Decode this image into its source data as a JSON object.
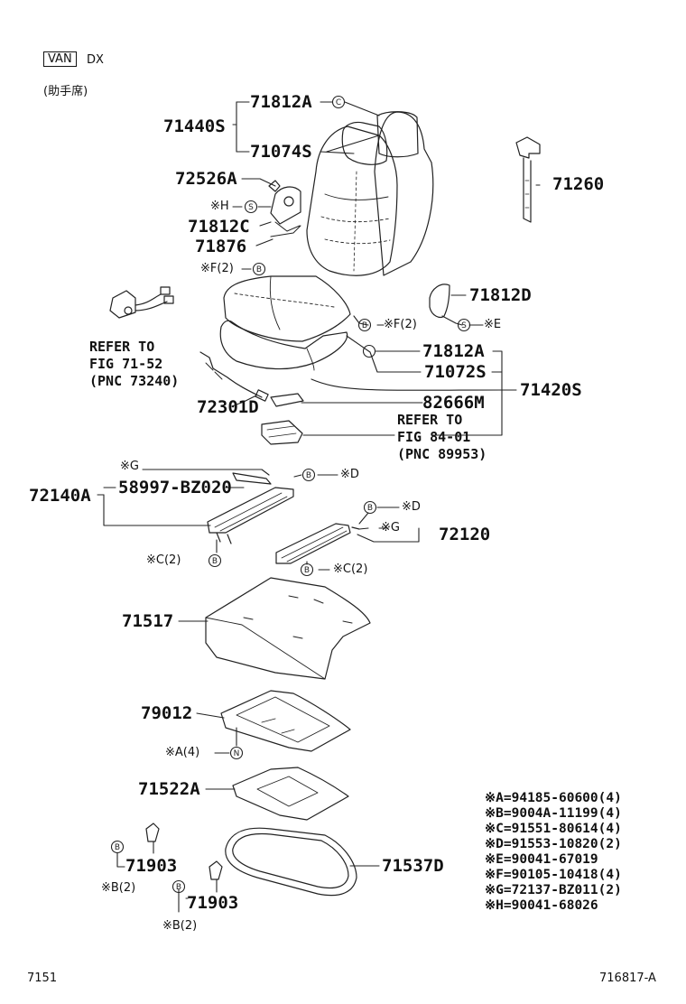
{
  "header": {
    "tag": "VAN",
    "grade": "DX",
    "seat": "(助手席)"
  },
  "parts": {
    "p71812A_top": "71812A",
    "p71440S": "71440S",
    "p71074S": "71074S",
    "p72526A": "72526A",
    "p71812C": "71812C",
    "p71876": "71876",
    "p71260": "71260",
    "p71812D": "71812D",
    "p71812A_mid": "71812A",
    "p71072S": "71072S",
    "p71420S": "71420S",
    "p82666M": "82666M",
    "p72301D": "72301D",
    "p72140A": "72140A",
    "p58997": "58997-BZ020",
    "p72120": "72120",
    "p71517": "71517",
    "p79012": "79012",
    "p71522A": "71522A",
    "p71537D": "71537D",
    "p71903a": "71903",
    "p71903b": "71903"
  },
  "refs": {
    "ref1": [
      "REFER TO",
      "FIG 71-52",
      "(PNC 73240)"
    ],
    "ref2": [
      "REFER TO",
      "FIG 84-01",
      "(PNC 89953)"
    ]
  },
  "small": {
    "s_H": "※H",
    "s_F2_top": "※F(2)",
    "s_F2_right": "※F(2)",
    "s_E": "※E",
    "s_G_left": "※G",
    "s_D_left": "※D",
    "s_D_right": "※D",
    "s_G_right": "※G",
    "s_C2_left": "※C(2)",
    "s_C2_right": "※C(2)",
    "s_A4": "※A(4)",
    "s_B2_a": "※B(2)",
    "s_B2_b": "※B(2)"
  },
  "legend": [
    "※A=94185-60600(4)",
    "※B=9004A-11199(4)",
    "※C=91551-80614(4)",
    "※D=91553-10820(2)",
    "※E=90041-67019",
    "※F=90105-10418(4)",
    "※G=72137-BZ011(2)",
    "※H=90041-68026"
  ],
  "footer": {
    "left": "7151",
    "right": "716817-A"
  }
}
